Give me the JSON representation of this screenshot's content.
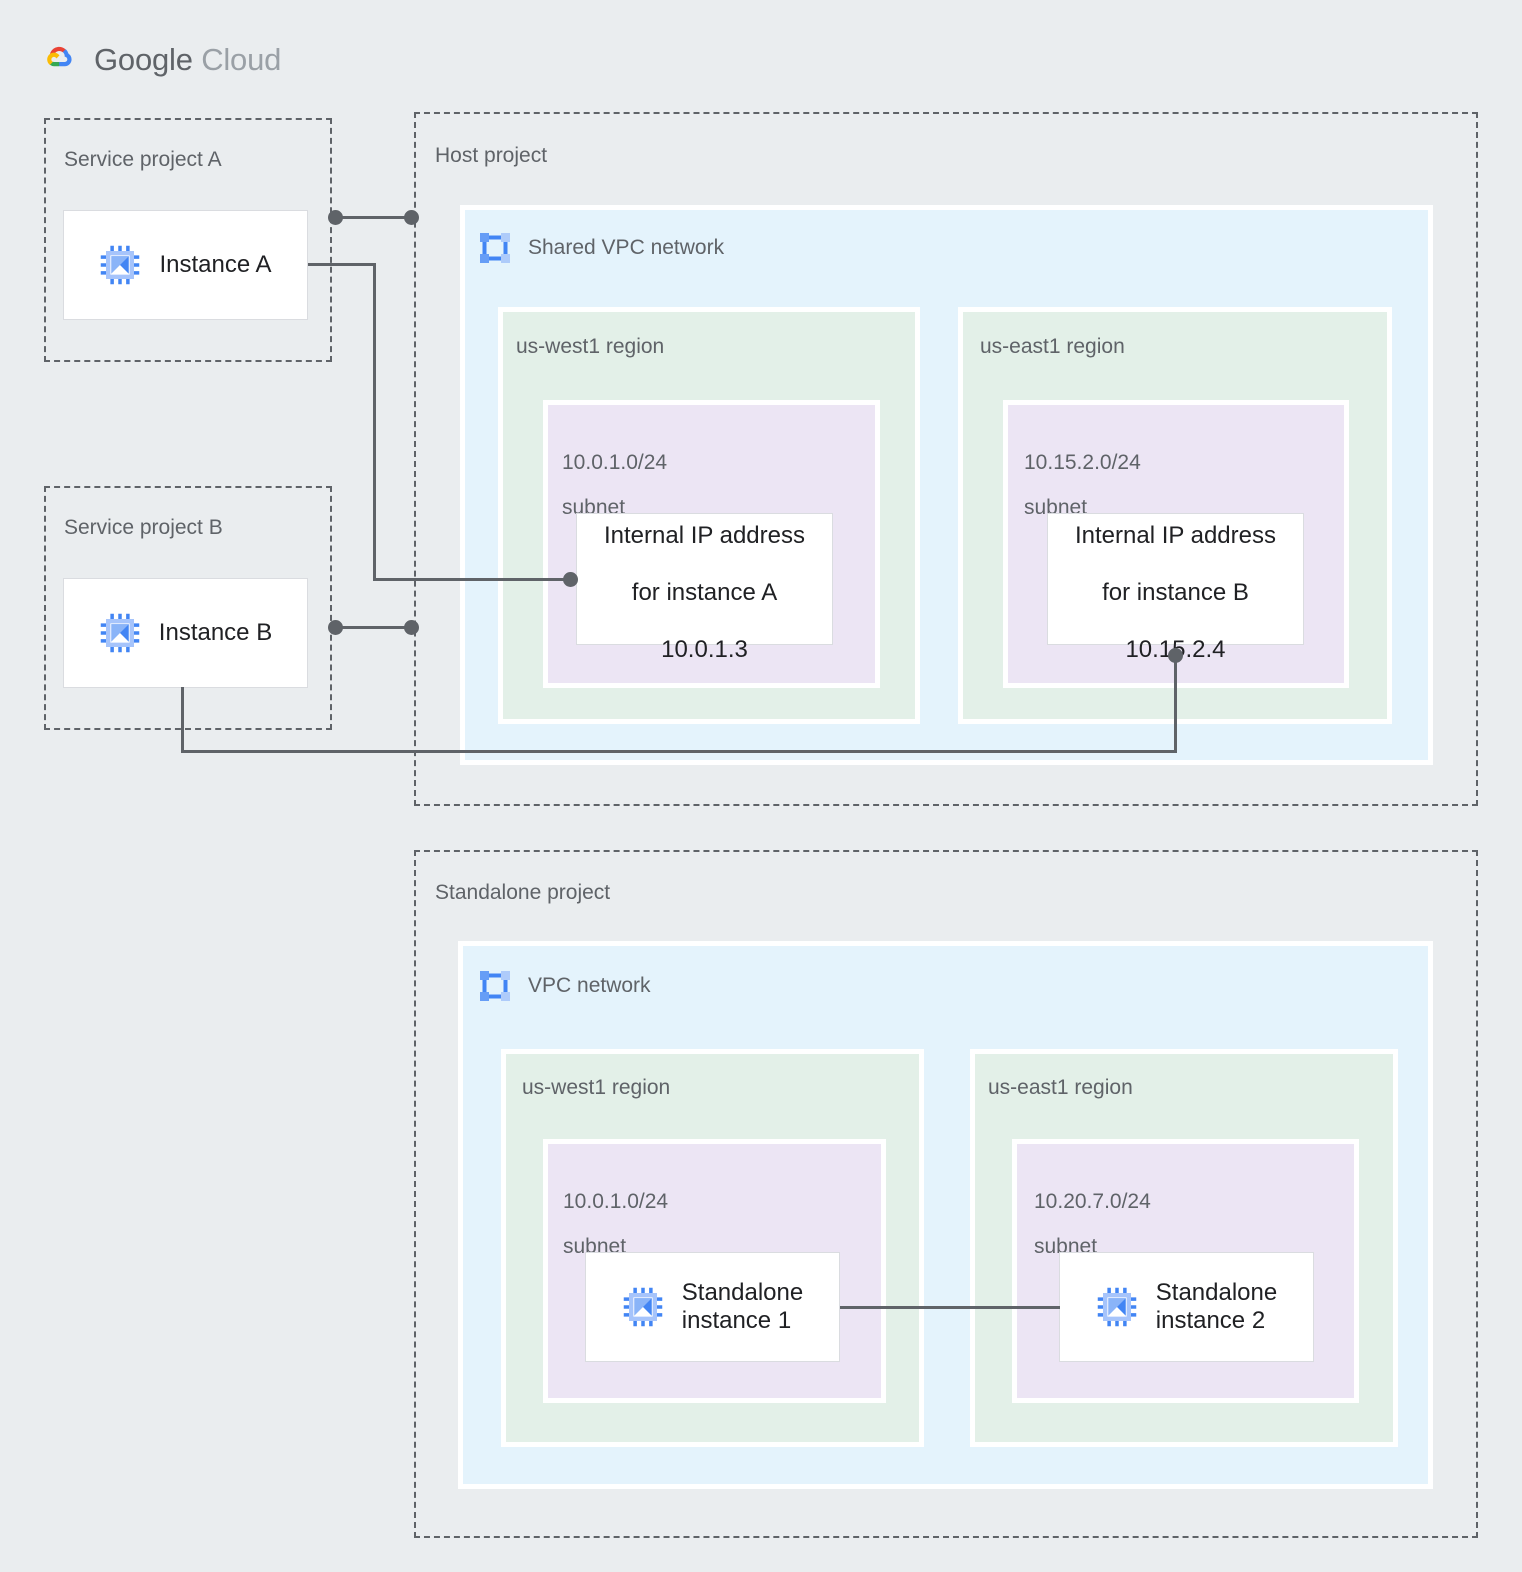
{
  "brand": {
    "name_bold": "Google",
    "name_light": "Cloud",
    "logo_icon": "google-cloud-logo-icon",
    "colors": {
      "red": "#ea4335",
      "blue": "#4285f4",
      "yellow": "#fbbc05",
      "green": "#34a853",
      "text": "#5f6368"
    }
  },
  "colors": {
    "page_background": "#eaedef",
    "vpc_fill": "#e4f3fc",
    "region_fill": "#e3f0e8",
    "subnet_fill": "#ece5f4",
    "card_fill": "#ffffff",
    "card_border": "#dadce0",
    "dashed_border": "#5f6368",
    "label_text": "#5f6368",
    "card_text": "#202124",
    "connector": "#5f6368",
    "icon_blue": "#4285f4",
    "icon_blue_light": "#a6c4fb"
  },
  "projects": {
    "service_a": {
      "label": "Service project A",
      "instance": {
        "label": "Instance A",
        "icon": "vm-instance-icon"
      }
    },
    "service_b": {
      "label": "Service project B",
      "instance": {
        "label": "Instance B",
        "icon": "vm-instance-icon"
      }
    },
    "host": {
      "label": "Host project",
      "network": {
        "label": "Shared VPC network",
        "icon": "vpc-network-icon",
        "regions": [
          {
            "label": "us-west1 region",
            "subnet": {
              "cidr": "10.0.1.0/24",
              "type": "subnet",
              "resource": {
                "line1": "Internal IP address",
                "line2": "for instance A",
                "line3": "10.0.1.3"
              }
            }
          },
          {
            "label": "us-east1 region",
            "subnet": {
              "cidr": "10.15.2.0/24",
              "type": "subnet",
              "resource": {
                "line1": "Internal IP address",
                "line2": "for instance B",
                "line3": "10.15.2.4"
              }
            }
          }
        ]
      }
    },
    "standalone": {
      "label": "Standalone project",
      "network": {
        "label": "VPC network",
        "icon": "vpc-network-icon",
        "regions": [
          {
            "label": "us-west1 region",
            "subnet": {
              "cidr": "10.0.1.0/24",
              "type": "subnet",
              "resource": {
                "label": "Standalone\ninstance 1",
                "icon": "vm-instance-icon"
              }
            }
          },
          {
            "label": "us-east1 region",
            "subnet": {
              "cidr": "10.20.7.0/24",
              "type": "subnet",
              "resource": {
                "label": "Standalone\ninstance 2",
                "icon": "vm-instance-icon"
              }
            }
          }
        ]
      }
    }
  },
  "connectors": [
    {
      "name": "instance-a-to-host-project-boundary",
      "style": "dot-line-dot"
    },
    {
      "name": "instance-a-to-internal-ip-a",
      "style": "elbow-line-dot"
    },
    {
      "name": "instance-b-to-host-project-boundary",
      "style": "dot-line-dot"
    },
    {
      "name": "instance-b-to-internal-ip-b",
      "style": "elbow-line-dot"
    },
    {
      "name": "standalone-instance-1-to-standalone-instance-2",
      "style": "plain-line"
    }
  ]
}
